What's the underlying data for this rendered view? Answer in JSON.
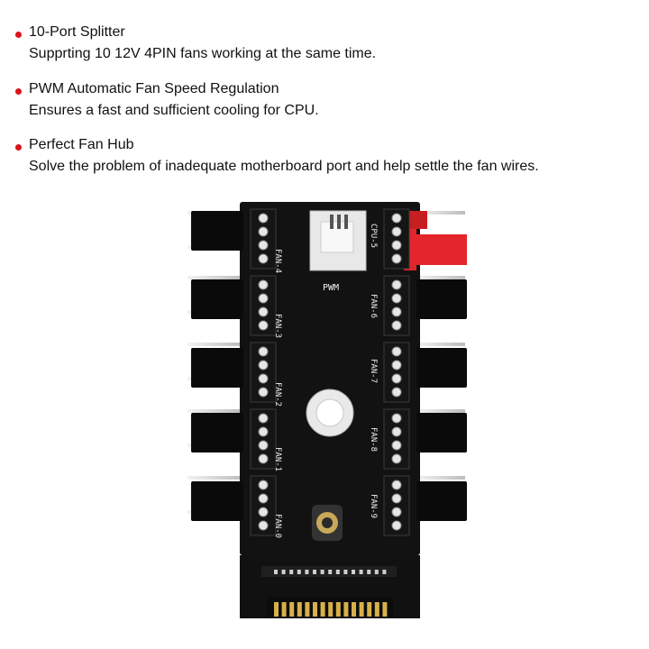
{
  "features": [
    {
      "title": "10-Port Splitter",
      "desc": "Supprting 10 12V 4PIN fans working at the same time."
    },
    {
      "title": "PWM Automatic Fan Speed Regulation",
      "desc": "Ensures a fast and sufficient cooling for CPU."
    },
    {
      "title": "Perfect Fan Hub",
      "desc": "Solve the problem of inadequate motherboard port and help settle the fan wires."
    }
  ],
  "board": {
    "pwm_label": "PWM",
    "left_ports": [
      "FAN-4",
      "FAN-3",
      "FAN-2",
      "FAN-1",
      "FAN-0"
    ],
    "right_ports": [
      "CPU-5",
      "FAN-6",
      "FAN-7",
      "FAN-8",
      "FAN-9"
    ],
    "colors": {
      "bullet": "#d9141b",
      "pcb": "#111111",
      "cpu_header": "#e3262b",
      "pins": "#d8b04a"
    }
  }
}
